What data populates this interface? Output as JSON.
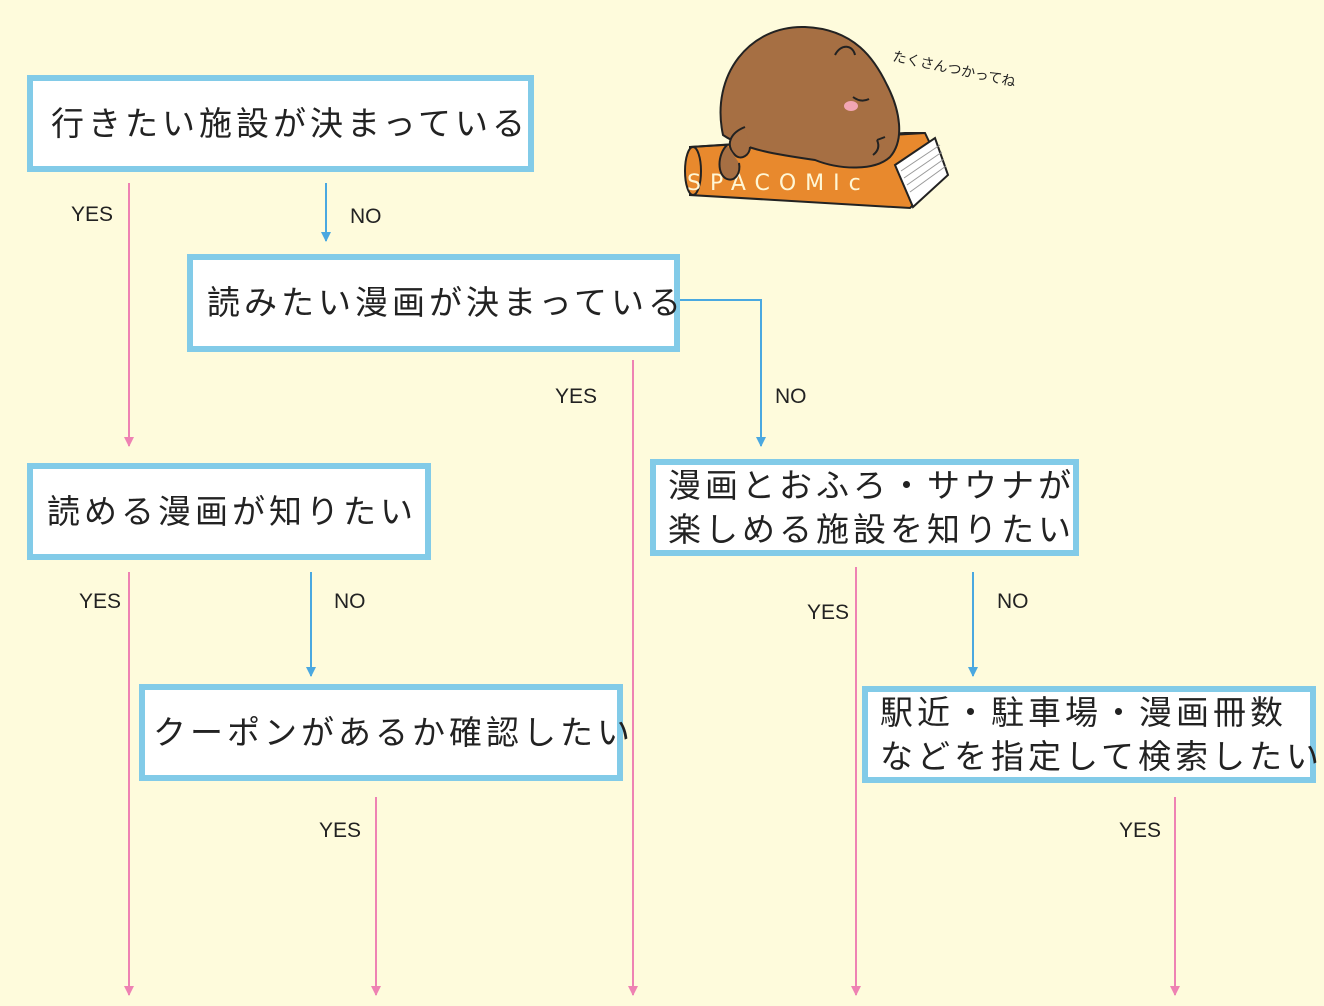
{
  "colors": {
    "background": "#fefbdc",
    "box_border": "#82cbe8",
    "yes_arrow": "#ee82b3",
    "no_arrow": "#4aa8e0",
    "mascot_body": "#a66f43",
    "book": "#e8892d"
  },
  "nodes": {
    "q1": {
      "lines": [
        "行きたい施設が決まっている"
      ]
    },
    "q2": {
      "lines": [
        "読みたい漫画が決まっている"
      ]
    },
    "q3": {
      "lines": [
        "読める漫画が知りたい"
      ]
    },
    "q4": {
      "lines": [
        "漫画とおふろ・サウナが",
        "楽しめる施設を知りたい"
      ]
    },
    "q5": {
      "lines": [
        "クーポンがあるか確認したい"
      ]
    },
    "q6": {
      "lines": [
        "駅近・駐車場・漫画冊数",
        "などを指定して検索したい"
      ]
    }
  },
  "labels": {
    "yes": "YES",
    "no": "NO"
  },
  "mascot": {
    "book_title": "SPACOMIc",
    "speech": "たくさんつかってね"
  }
}
